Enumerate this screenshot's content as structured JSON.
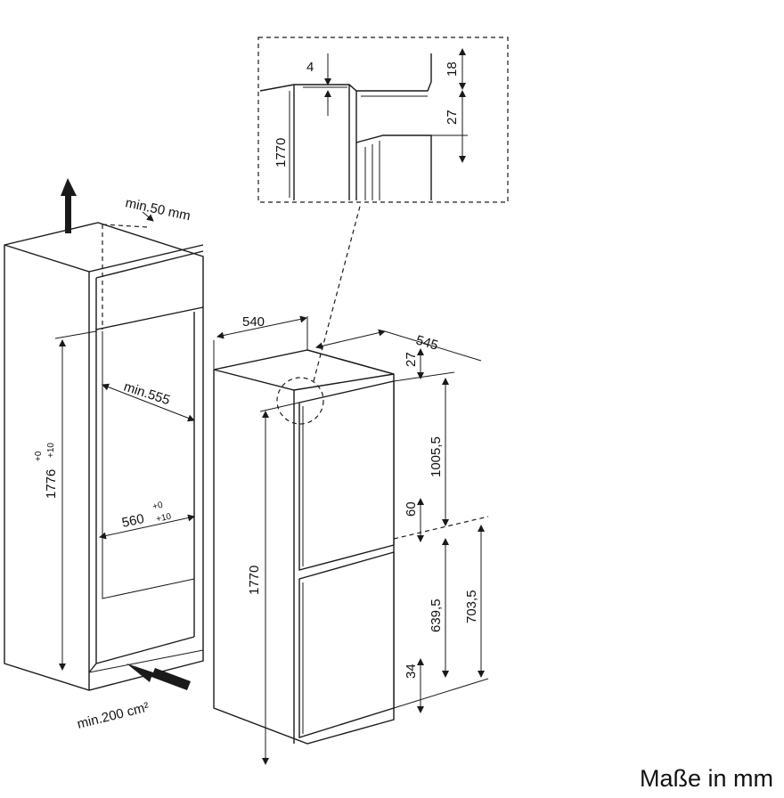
{
  "labels": {
    "vent_top": "min.50 mm",
    "vent_bottom": "min.200 cm²",
    "niche_depth": "min.555",
    "niche_width": "560",
    "niche_width_tol_top": "+0",
    "niche_width_tol_bottom": "+10",
    "niche_height": "1776",
    "niche_height_tol_top": "+0",
    "niche_height_tol_bottom": "+10",
    "appliance_width": "540",
    "appliance_depth": "545",
    "appliance_height": "1770",
    "top_gap": "27",
    "fridge_door": "1005,5",
    "door_gap": "60",
    "freezer_door": "639,5",
    "freezer_total": "703,5",
    "bottom_gap": "34",
    "detail_4": "4",
    "detail_18": "18",
    "detail_27": "27",
    "detail_1770": "1770"
  },
  "caption": "Maße in mm"
}
